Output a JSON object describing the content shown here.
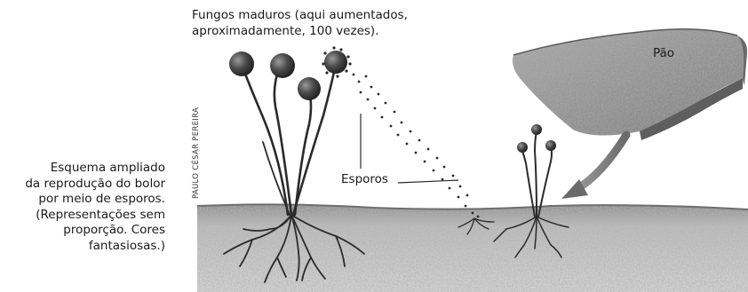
{
  "caption": {
    "lines": [
      "Esquema ampliado",
      "da reprodução do bolor",
      "por meio de esporos.",
      "(Representações sem",
      "proporção. Cores",
      "fantasiosas.)"
    ]
  },
  "title": {
    "lines": [
      "Fungos maduros (aqui aumentados,",
      "aproximadamente, 100 vezes)."
    ]
  },
  "labels": {
    "bread": "Pão",
    "spores": "Esporos"
  },
  "credit": "PAULO CÉSAR PEREIRA"
}
